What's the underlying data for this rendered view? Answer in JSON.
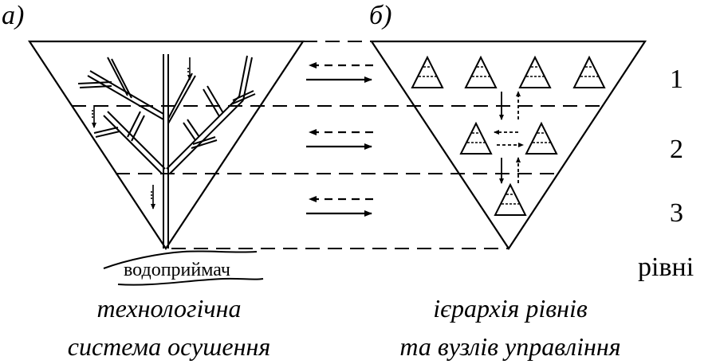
{
  "labels": {
    "panel_a": "а)",
    "panel_b": "б)",
    "receiver": "водоприймач",
    "levels_title": "рівні",
    "level_numbers": [
      "1",
      "2",
      "3"
    ]
  },
  "captions": {
    "left": [
      "технологічна",
      "система осушення"
    ],
    "right": [
      "ієрархія рівнів",
      "та вузлів управління"
    ]
  },
  "colors": {
    "ink": "#000000",
    "background": "#ffffff"
  }
}
